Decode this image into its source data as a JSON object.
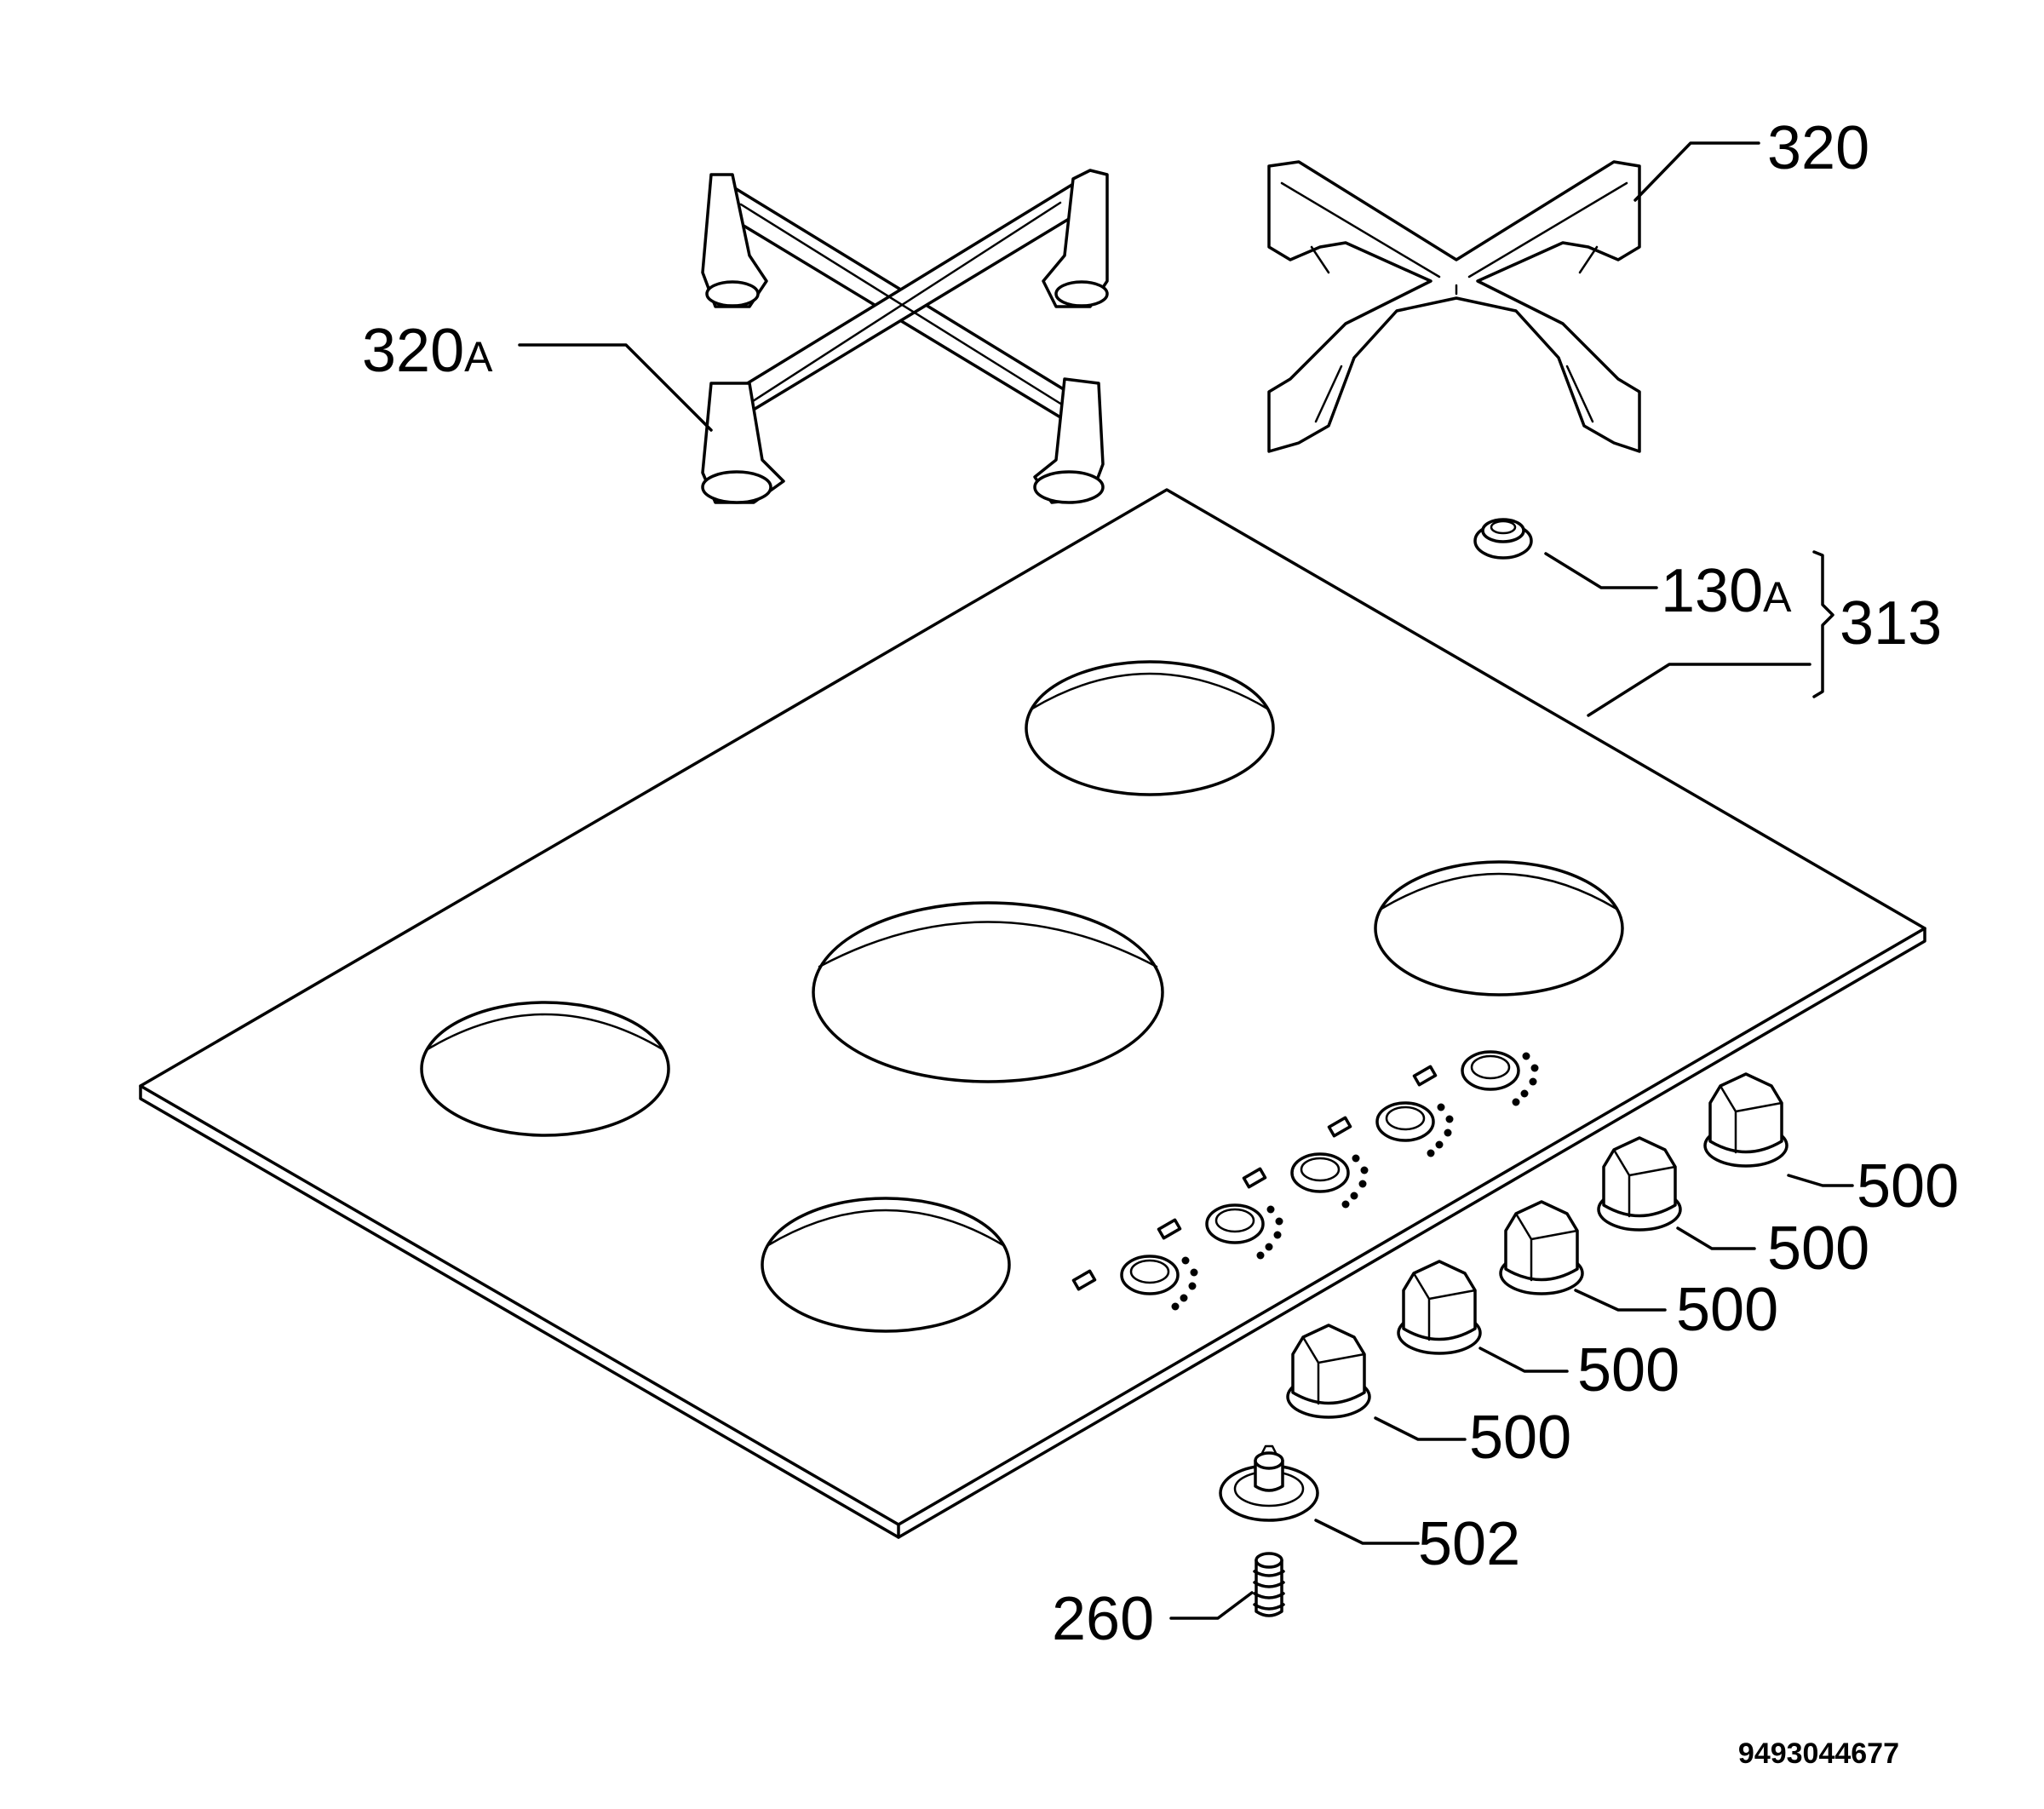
{
  "labels": {
    "grid_left": "320",
    "grid_left_suffix": "A",
    "grid_right": "320",
    "injector": "130",
    "injector_suffix": "A",
    "hob_group": "313",
    "knob_1": "500",
    "knob_2": "500",
    "knob_3": "500",
    "knob_4": "500",
    "knob_5": "500",
    "knob_base": "502",
    "spring": "260"
  },
  "document_number": "9493044677"
}
